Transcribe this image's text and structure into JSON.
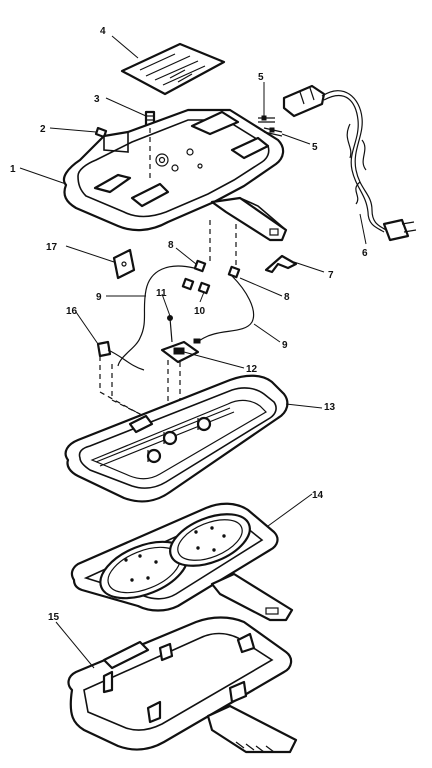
{
  "callouts": {
    "c1": "1",
    "c2": "2",
    "c3": "3",
    "c4": "4",
    "c5a": "5",
    "c5b": "5",
    "c6": "6",
    "c7": "7",
    "c8a": "8",
    "c8b": "8",
    "c9a": "9",
    "c9b": "9",
    "c10": "10",
    "c11": "11",
    "c12": "12",
    "c13": "13",
    "c14": "14",
    "c15": "15",
    "c16": "16",
    "c17": "17"
  },
  "colors": {
    "line": "#111111",
    "background": "#ffffff"
  }
}
